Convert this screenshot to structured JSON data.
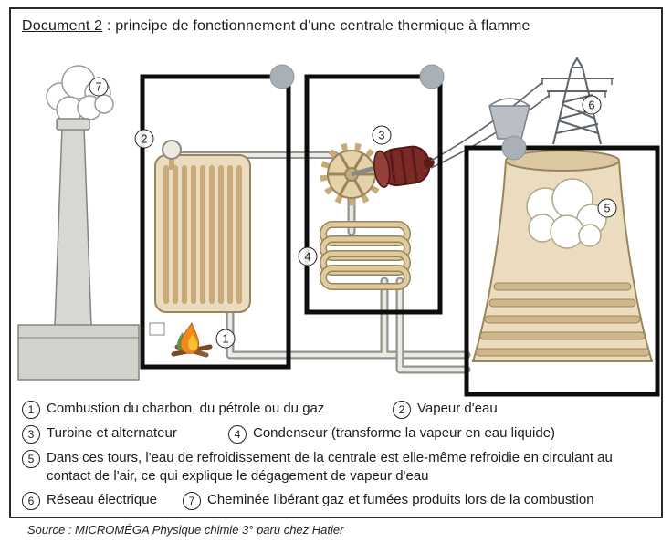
{
  "colors": {
    "paper": "#ffffff",
    "ink": "#1c1c1c",
    "frame": "#2b2b2b",
    "beige": "#ecdcbf",
    "tan": "#c8ab79",
    "tanDark": "#9a845a",
    "grayLight": "#d8d8d2",
    "marker": "#a9b0b6",
    "markerEdge": "#8f969c",
    "maroon": "#7c2a26",
    "flame": "#ee8b1e",
    "pipeDark": "#90968f",
    "pipeLight": "#e9ebe4",
    "wire": "#5d6369",
    "outline": "#84847e",
    "annotation": "#0d0d0d"
  },
  "title": {
    "prefix": "Document 2",
    "rest": " : principe de fonctionnement d'une centrale thermique à flamme"
  },
  "legend": {
    "items": [
      {
        "num": "1",
        "text": "Combustion du charbon, du pétrole ou du gaz"
      },
      {
        "num": "2",
        "text": "Vapeur d'eau"
      },
      {
        "num": "3",
        "text": "Turbine et alternateur"
      },
      {
        "num": "4",
        "text": "Condenseur (transforme la vapeur en eau liquide)"
      },
      {
        "num": "5",
        "text": "Dans ces tours, l'eau de refroidissement de la centrale est elle-même refroidie en circulant au contact de l'air, ce qui explique le dégagement de vapeur d'eau"
      },
      {
        "num": "6",
        "text": "Réseau électrique"
      },
      {
        "num": "7",
        "text": "Cheminée libérant gaz et fumées produits lors de la combustion"
      }
    ]
  },
  "source": "Source : MICROMÉGA Physique chimie 3° paru chez Hatier"
}
